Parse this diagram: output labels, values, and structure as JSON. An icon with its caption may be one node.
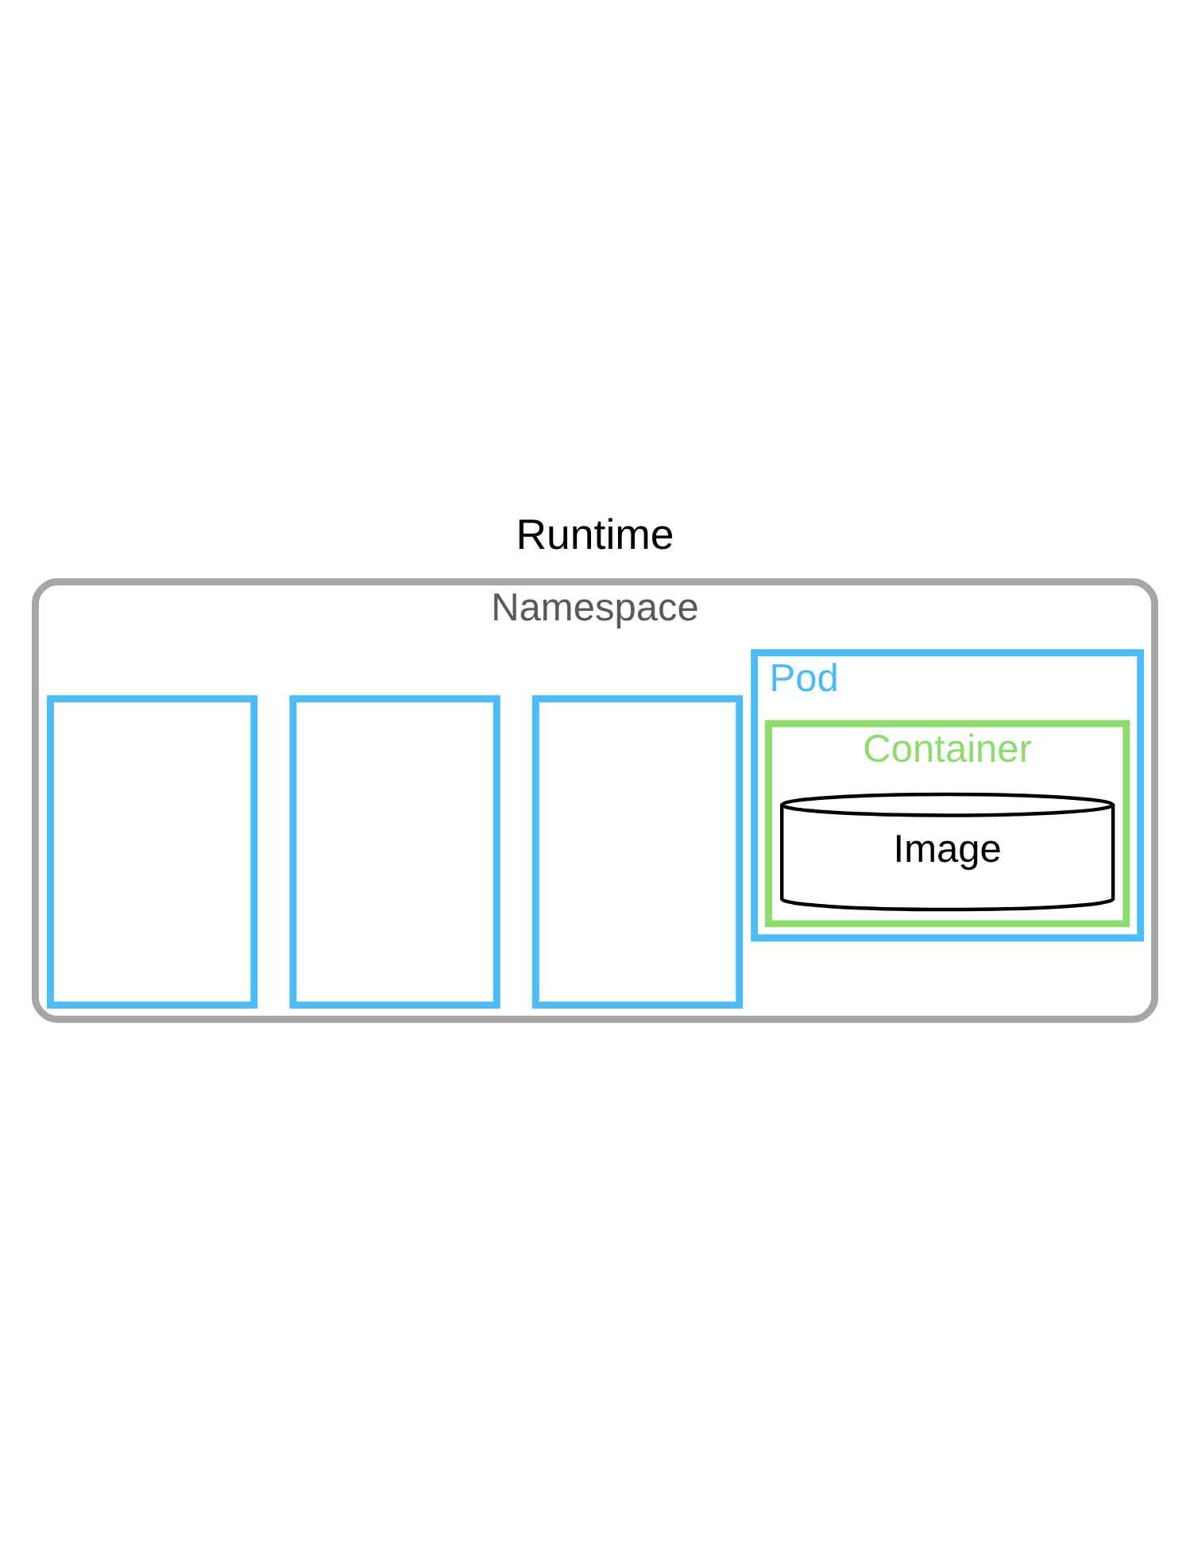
{
  "diagram": {
    "title": "Runtime",
    "nodes": [
      {
        "text": [
          "Namespace"
        ]
      },
      {
        "text": [],
        "shape": "box",
        "in": 0
      },
      {
        "text": [],
        "shape": "box",
        "in": 0
      },
      {
        "text": [],
        "shape": "box",
        "in": 0
      },
      {
        "text": [
          "Pod"
        ],
        "in": 0
      },
      {
        "text": [
          "Container"
        ],
        "in": 4
      },
      {
        "text": [
          "Image"
        ],
        "in": 5
      }
    ],
    "edges": []
  }
}
